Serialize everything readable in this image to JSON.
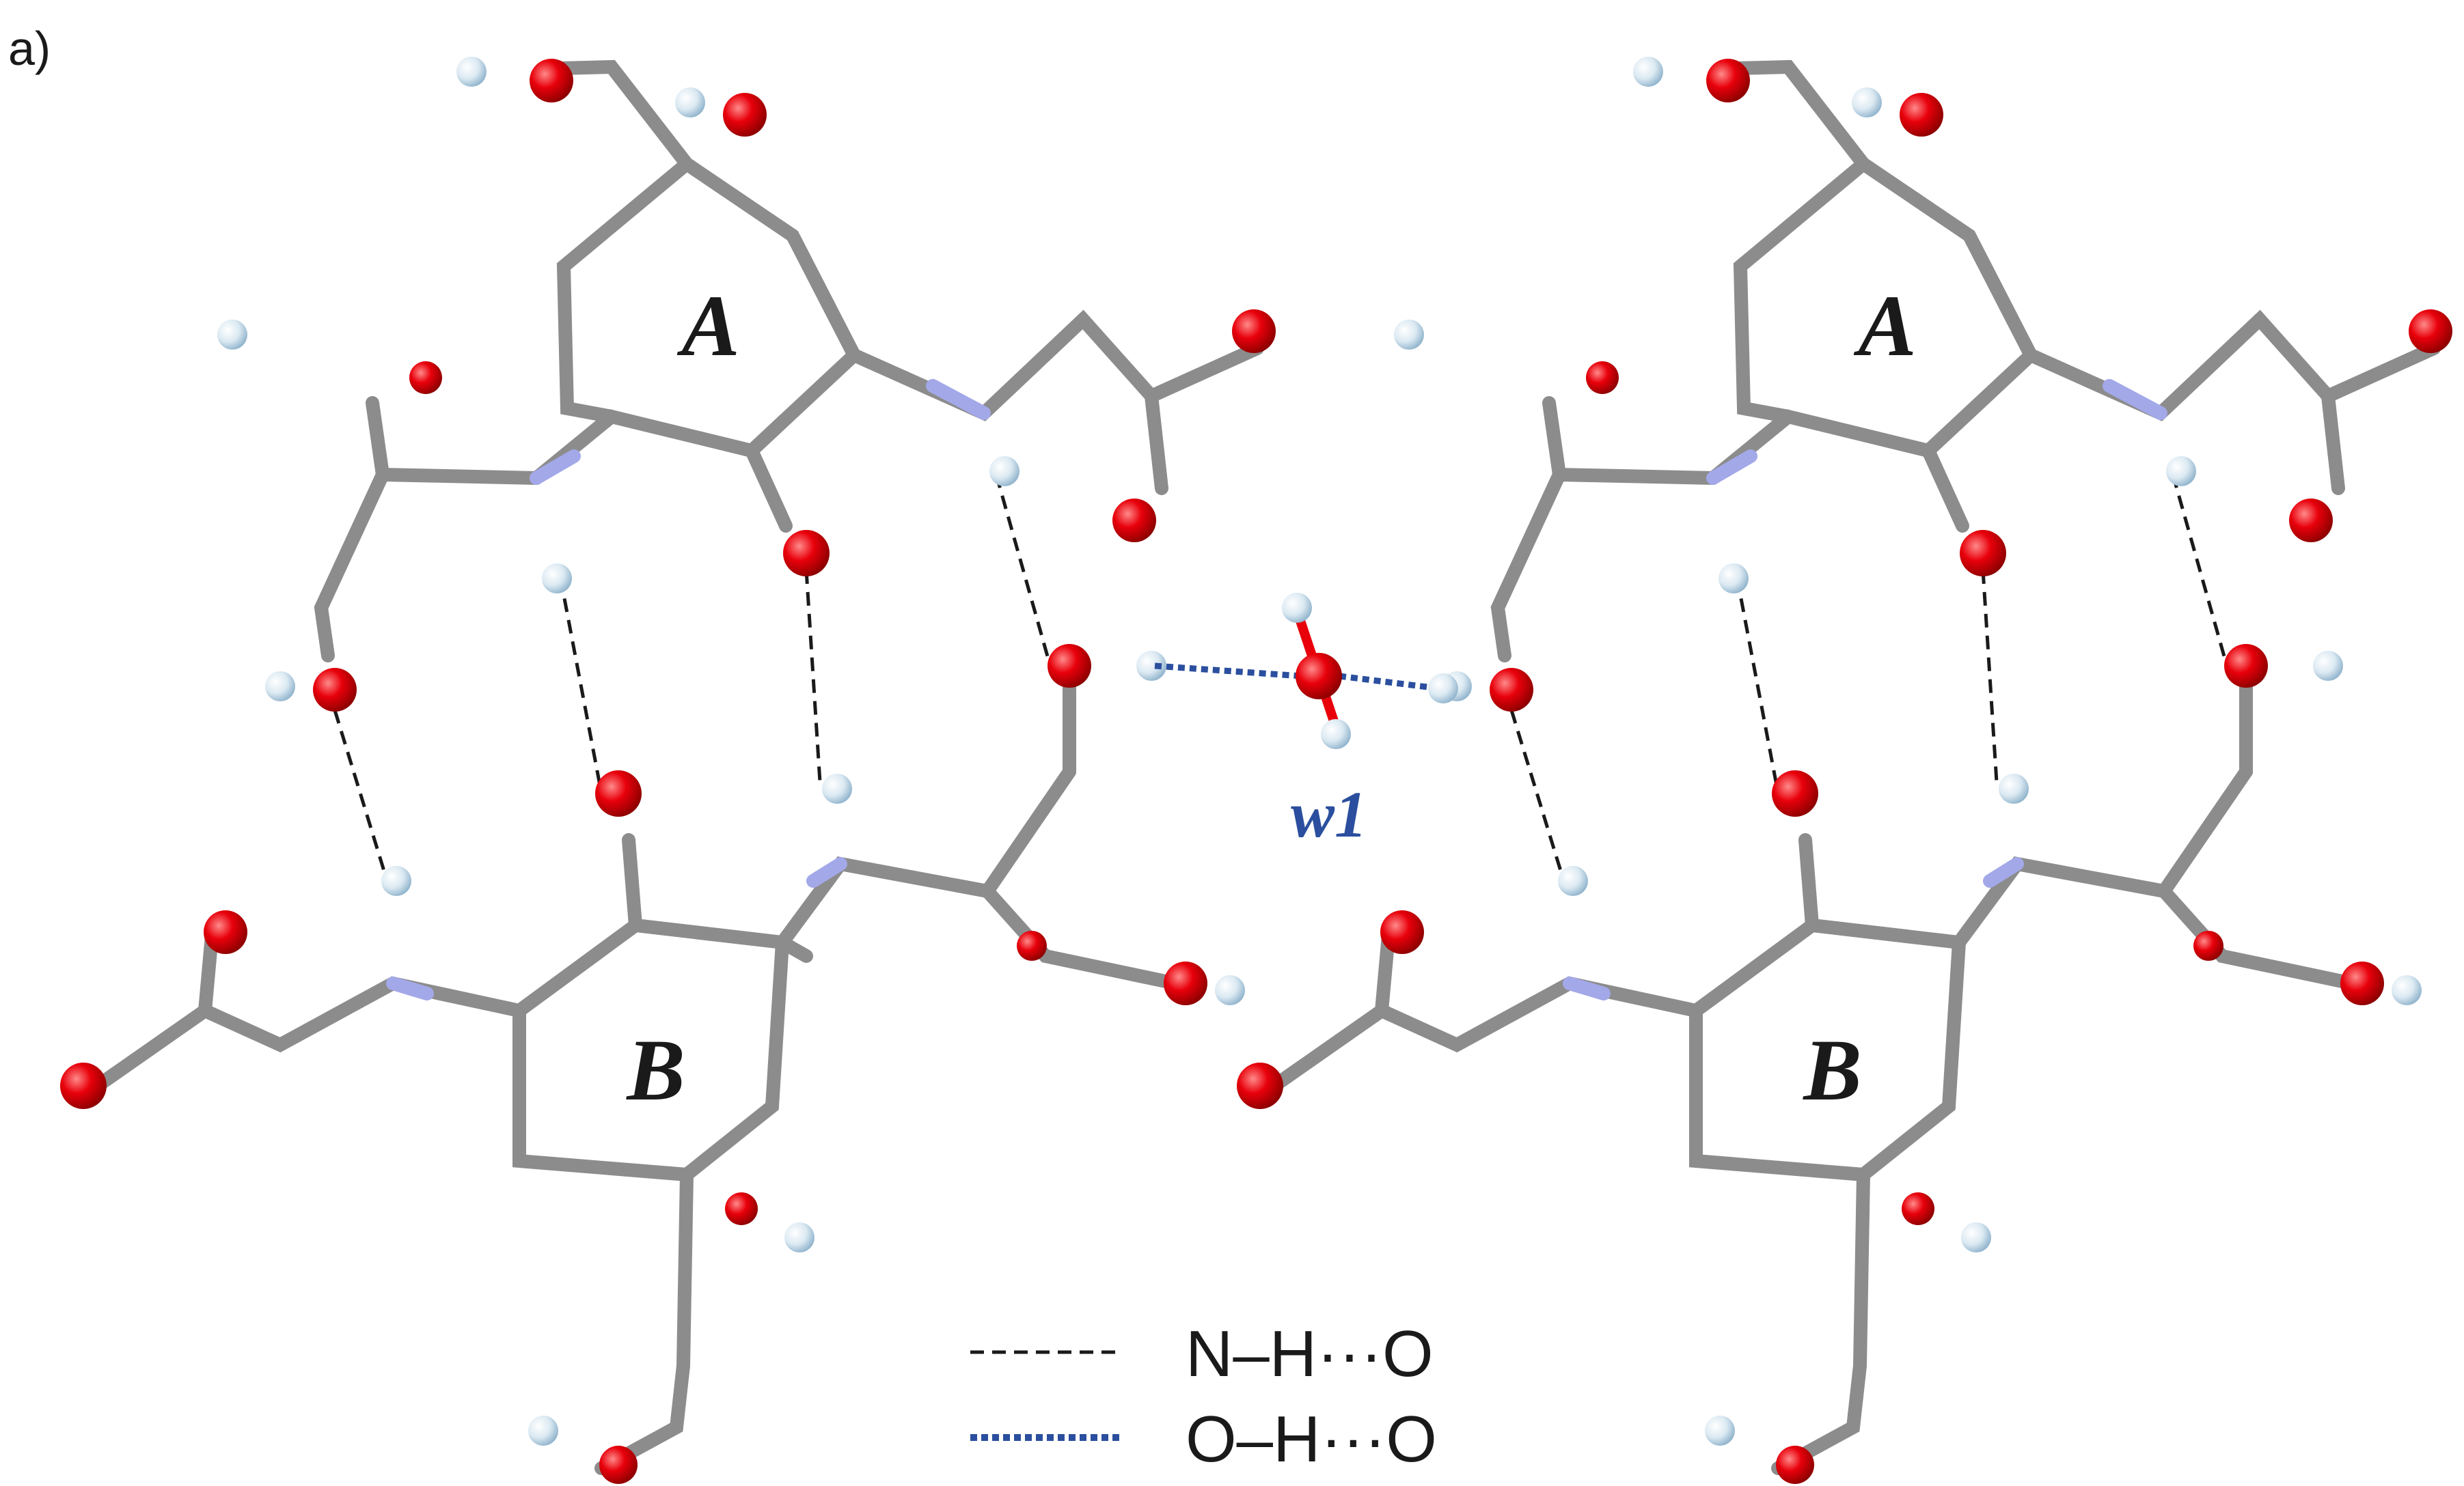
{
  "panel_label": "a)",
  "water_label": "w1",
  "colors": {
    "carbon": "#8c8c8c",
    "oxygen": "#e8000b",
    "nitrogen": "#a3a8e8",
    "hydrogen": "#dbe9f2",
    "nh_bond_line": "#1a1a1a",
    "oh_bond_line": "#2b4f9e",
    "water_label": "#2b4f9e"
  },
  "molecules": [
    {
      "ring_top_label": "A",
      "ring_bottom_label": "B"
    },
    {
      "ring_top_label": "A",
      "ring_bottom_label": "B"
    }
  ],
  "legend": {
    "items": [
      {
        "style": "dashed",
        "color": "#1a1a1a",
        "label": "N–H···O"
      },
      {
        "style": "dotted",
        "color": "#2b4f9e",
        "label": "O–H···O"
      }
    ]
  }
}
